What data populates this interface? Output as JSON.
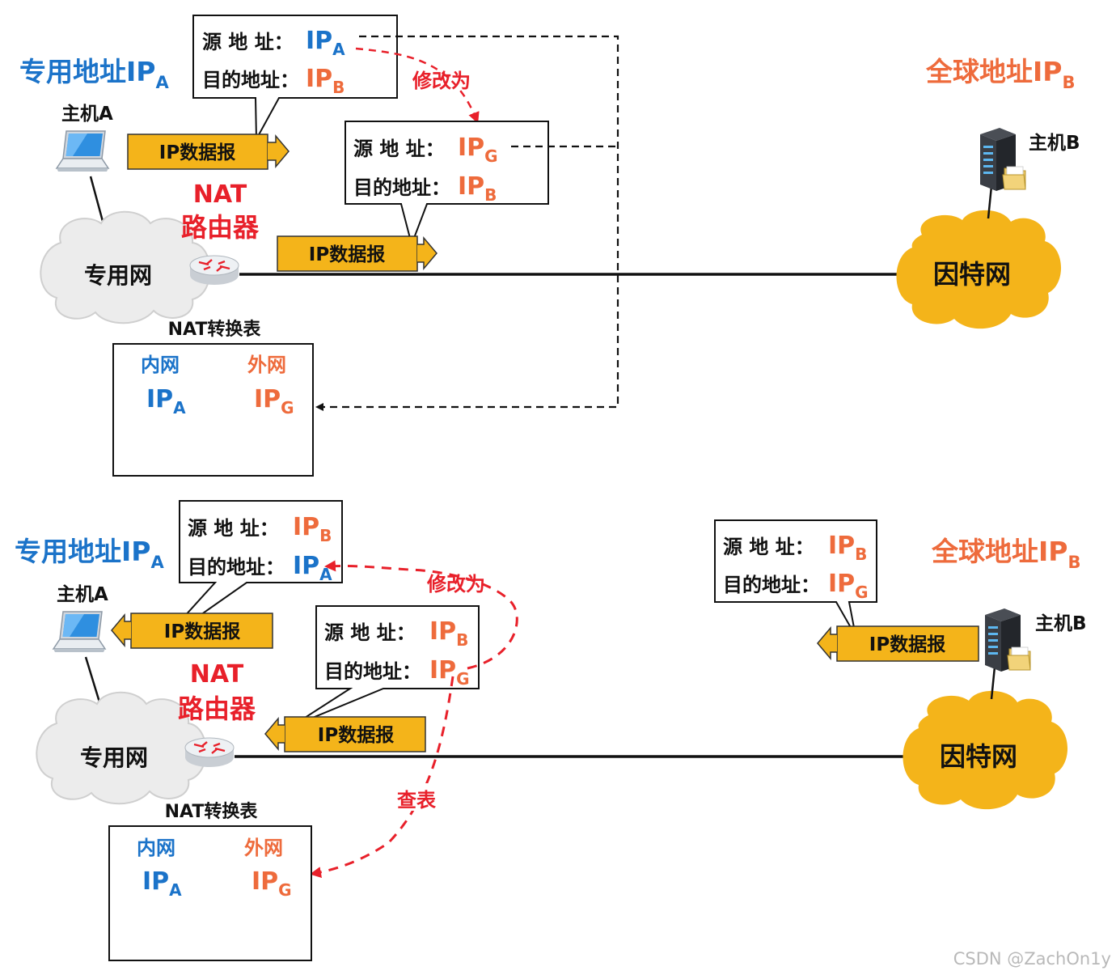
{
  "colors": {
    "private": "#1b73c9",
    "global": "#ee6b3c",
    "modify": "#e8202a",
    "datagram": "#f4b41a",
    "cloud": "#f4b41a"
  },
  "top": {
    "private_addr": {
      "text": "专用地址IP",
      "sub": "A"
    },
    "global_addr": {
      "text": "全球地址IP",
      "sub": "B"
    },
    "host_a": "主机A",
    "host_b": "主机B",
    "nat_line1": "NAT",
    "nat_line2": "路由器",
    "private_net": "专用网",
    "internet": "因特网",
    "modify_label": "修改为",
    "datagram1": "IP数据报",
    "datagram2": "IP数据报",
    "callout1": {
      "src_label": "源 地 址：",
      "src_ip": "IP",
      "src_sub": "A",
      "dst_label": "目的地址：",
      "dst_ip": "IP",
      "dst_sub": "B"
    },
    "callout2": {
      "src_label": "源 地 址：",
      "src_ip": "IP",
      "src_sub": "G",
      "dst_label": "目的地址：",
      "dst_ip": "IP",
      "dst_sub": "B"
    },
    "nat_table": {
      "title": "NAT转换表",
      "col_inner": "内网",
      "col_outer": "外网",
      "inner_ip": "IP",
      "inner_sub": "A",
      "outer_ip": "IP",
      "outer_sub": "G"
    }
  },
  "bottom": {
    "private_addr": {
      "text": "专用地址IP",
      "sub": "A"
    },
    "global_addr": {
      "text": "全球地址IP",
      "sub": "B"
    },
    "host_a": "主机A",
    "host_b": "主机B",
    "nat_line1": "NAT",
    "nat_line2": "路由器",
    "private_net": "专用网",
    "internet": "因特网",
    "modify_label": "修改为",
    "lookup_label": "查表",
    "datagram1": "IP数据报",
    "datagram2": "IP数据报",
    "datagram3": "IP数据报",
    "callout1": {
      "src_label": "源 地 址：",
      "src_ip": "IP",
      "src_sub": "B",
      "dst_label": "目的地址：",
      "dst_ip": "IP",
      "dst_sub": "A"
    },
    "callout2": {
      "src_label": "源 地 址：",
      "src_ip": "IP",
      "src_sub": "B",
      "dst_label": "目的地址：",
      "dst_ip": "IP",
      "dst_sub": "G"
    },
    "callout3": {
      "src_label": "源 地 址：",
      "src_ip": "IP",
      "src_sub": "B",
      "dst_label": "目的地址：",
      "dst_ip": "IP",
      "dst_sub": "G"
    },
    "nat_table": {
      "title": "NAT转换表",
      "col_inner": "内网",
      "col_outer": "外网",
      "inner_ip": "IP",
      "inner_sub": "A",
      "outer_ip": "IP",
      "outer_sub": "G"
    }
  },
  "watermark": "CSDN @ZachOn1y"
}
